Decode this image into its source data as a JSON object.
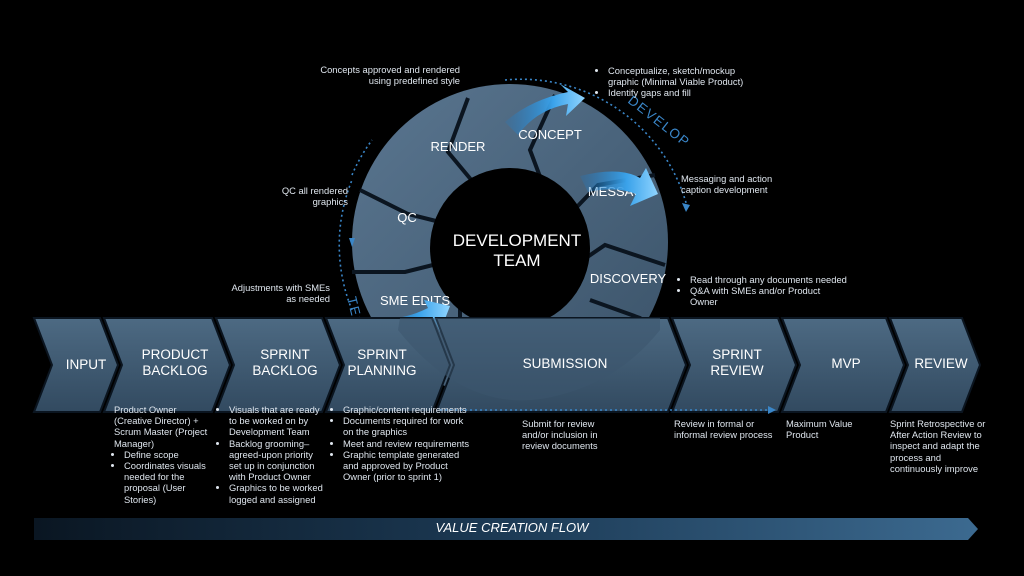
{
  "center": {
    "line1": "DEVELOPMENT",
    "line2": "TEAM"
  },
  "wheel": {
    "render": "RENDER",
    "concept": "CONCEPT",
    "message": "MESSAGE",
    "qc": "QC",
    "discovery": "DISCOVERY",
    "sme_edits": "SME EDITS"
  },
  "arc_labels": {
    "develop": "DEVELOP",
    "test": "TEST"
  },
  "pipeline": {
    "input": {
      "line1": "INPUT"
    },
    "product_backlog": {
      "line1": "PRODUCT",
      "line2": "BACKLOG"
    },
    "sprint_backlog": {
      "line1": "SPRINT",
      "line2": "BACKLOG"
    },
    "sprint_planning": {
      "line1": "SPRINT",
      "line2": "PLANNING"
    },
    "submission": {
      "line1": "SUBMISSION"
    },
    "sprint_review": {
      "line1": "SPRINT",
      "line2": "REVIEW"
    },
    "mvp": {
      "line1": "MVP"
    },
    "review": {
      "line1": "REVIEW"
    }
  },
  "notes": {
    "render": "Concepts approved and rendered using predefined style",
    "concept": [
      "Conceptualize, sketch/mockup graphic (Minimal Viable Product)",
      "Identify gaps and fill"
    ],
    "message": "Messaging and action caption development",
    "qc": "QC all rendered graphics",
    "sme": "Adjustments with SMEs as needed",
    "discovery": [
      "Read through any documents needed",
      "Q&A with SMEs and/or Product Owner"
    ],
    "product_backlog": {
      "intro": "Product Owner (Creative Director) + Scrum Master (Project Manager)",
      "bullets": [
        "Define scope",
        "Coordinates visuals needed for the proposal (User Stories)"
      ]
    },
    "sprint_backlog": [
      "Visuals that are ready to be worked on by Development Team",
      "Backlog grooming–agreed-upon priority set up in conjunction with Product Owner",
      "Graphics to be worked logged and assigned"
    ],
    "sprint_planning": [
      "Graphic/content requirements",
      "Documents required for work on the graphics",
      "Meet and review requirements",
      "Graphic template generated and approved by Product Owner (prior to sprint 1)"
    ],
    "submission": "Submit for review and/or inclusion in review documents",
    "sprint_review": "Review in formal or informal review process",
    "mvp": "Maximum Value Product",
    "review": "Sprint Retrospective or After Action Review to inspect and adapt the process and continuously improve"
  },
  "footer": {
    "flow": "VALUE CREATION FLOW"
  },
  "colors": {
    "segment_fill": "#3f5a72",
    "segment_stroke": "#0b1520",
    "accent_blue": "#3a86c8",
    "highlight_blue": "#5fb4ee"
  }
}
